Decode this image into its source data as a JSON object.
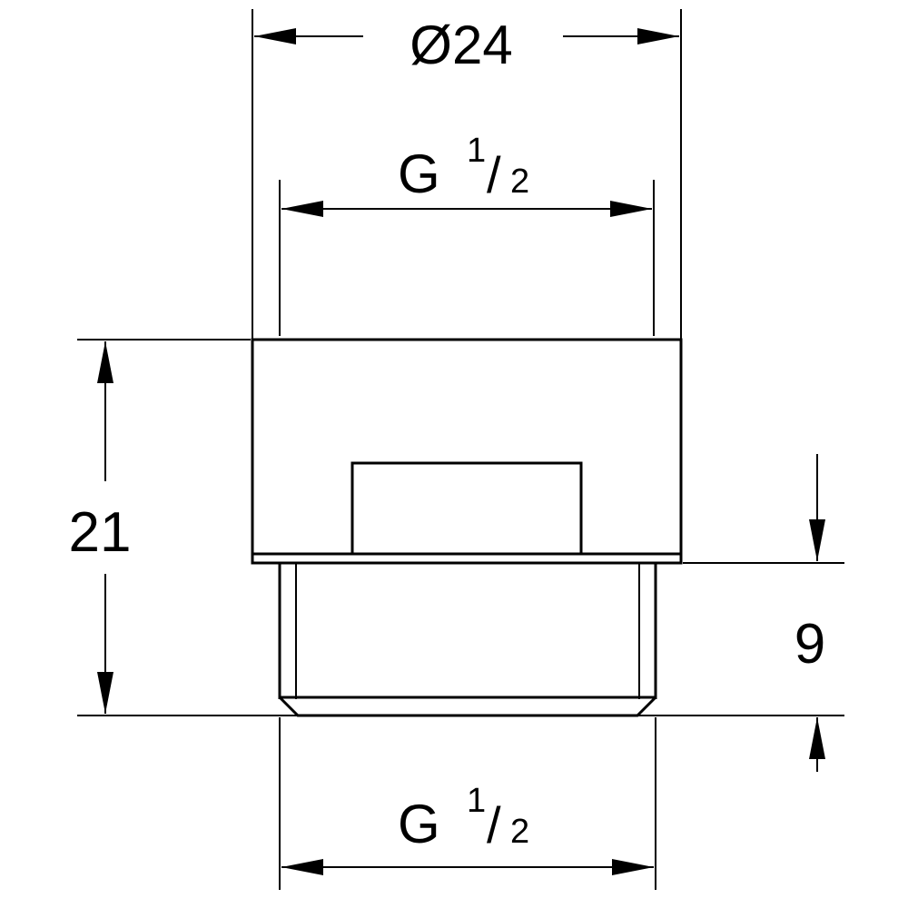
{
  "dimensions": {
    "outer_diameter": "Ø24",
    "top_thread": {
      "main": "G",
      "num": "1",
      "den": "2"
    },
    "bottom_thread": {
      "main": "G",
      "num": "1",
      "den": "2"
    },
    "overall_height": "21",
    "thread_length": "9"
  },
  "colors": {
    "line": "#000000",
    "background": "#ffffff"
  }
}
